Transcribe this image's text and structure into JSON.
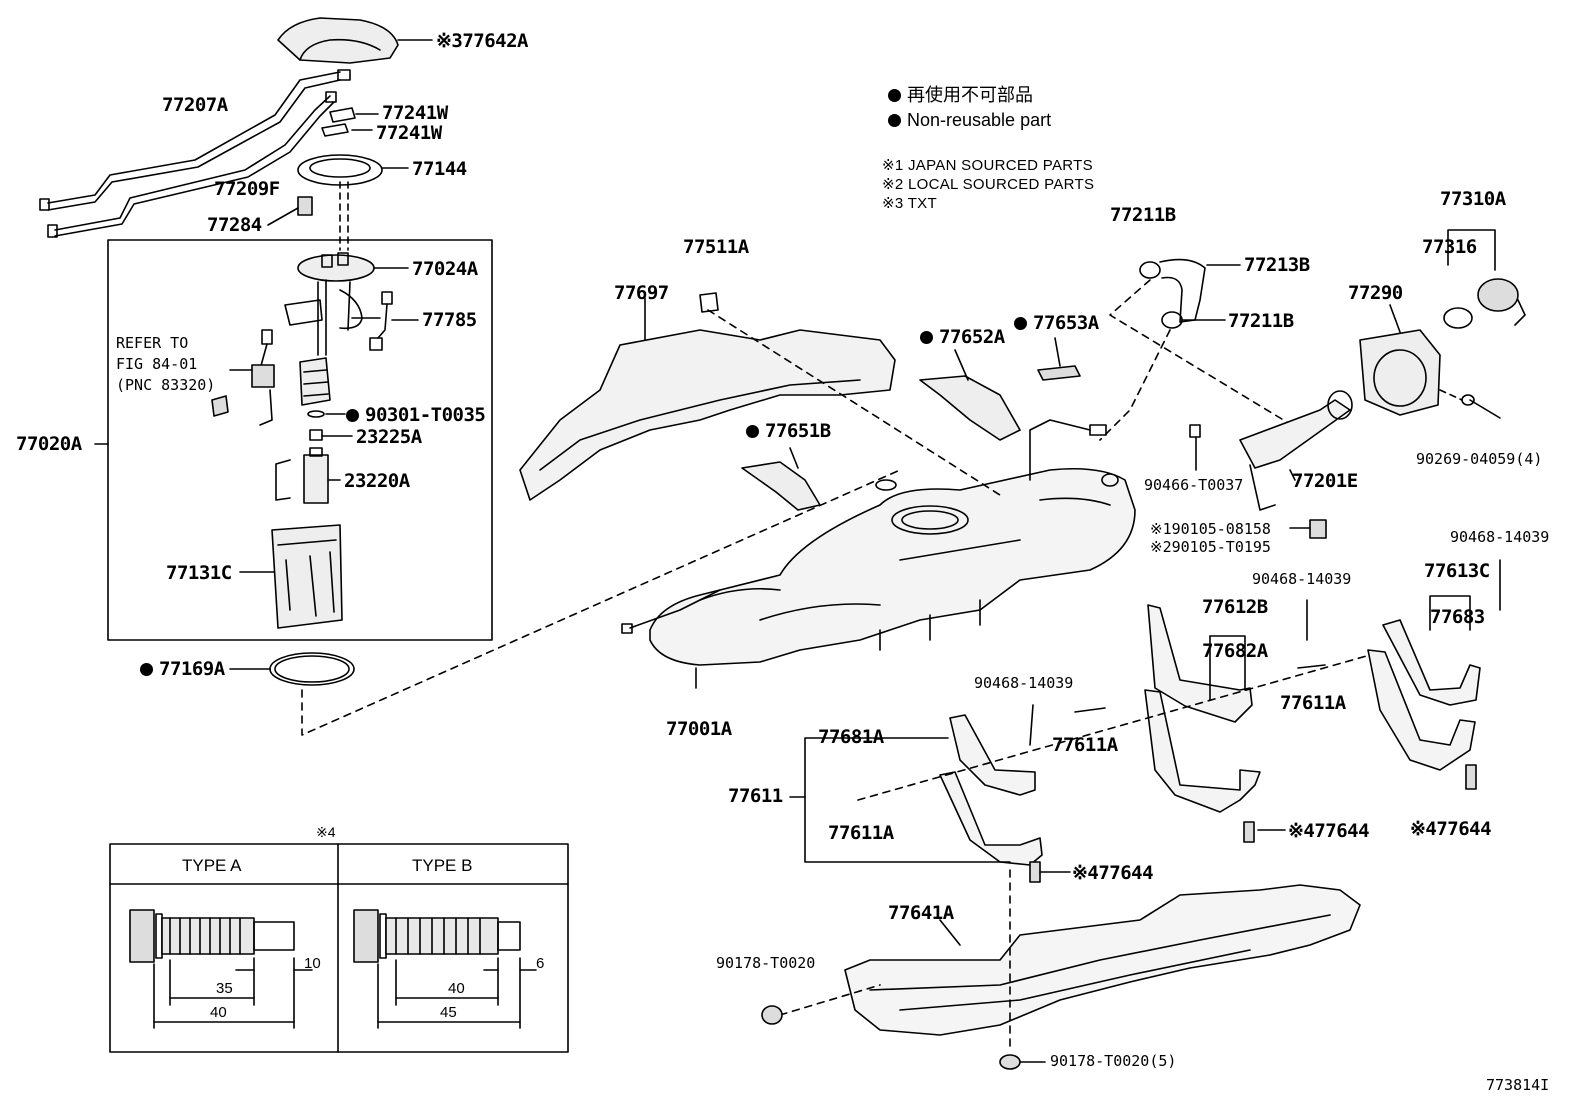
{
  "legend": {
    "jp": "再使用不可部品",
    "en": "Non-reusable part",
    "notes": [
      "※1 JAPAN SOURCED PARTS",
      "※2 LOCAL SOURCED PARTS",
      "※3 TXT"
    ]
  },
  "parts": {
    "p77642A": "※377642A",
    "p77207A": "77207A",
    "p77241W_a": "77241W",
    "p77241W_b": "77241W",
    "p77144": "77144",
    "p77209F": "77209F",
    "p77284": "77284",
    "p77024A": "77024A",
    "p77785": "77785",
    "refer1": "REFER TO",
    "refer2": "FIG 84-01",
    "refer3": "(PNC 83320)",
    "p90301": "90301-T0035",
    "p23225A": "23225A",
    "p77020A": "77020A",
    "p23220A": "23220A",
    "p77131C": "77131C",
    "p77169A": "77169A",
    "p77511A": "77511A",
    "p77697": "77697",
    "p77652A": "77652A",
    "p77653A": "77653A",
    "p77651B": "77651B",
    "p77211B_a": "77211B",
    "p77213B": "77213B",
    "p77211B_b": "77211B",
    "p77310A": "77310A",
    "p77316": "77316",
    "p77290": "77290",
    "p90466": "90466-T0037",
    "p77201E": "77201E",
    "p90269": "90269-04059(4)",
    "p90105a": "※190105-08158",
    "p90105b": "※290105-T0195",
    "p90468_a": "90468-14039",
    "p90468_b": "90468-14039",
    "p90468_c": "90468-14039",
    "p77613C": "77613C",
    "p77612B": "77612B",
    "p77683": "77683",
    "p77682A": "77682A",
    "p77611A_a": "77611A",
    "p77611A_b": "77611A",
    "p77611A_c": "77611A",
    "p77001A": "77001A",
    "p77681A": "77681A",
    "p77611": "77611",
    "p77644_a": "※477644",
    "p77644_b": "※477644",
    "p77644_c": "※477644",
    "p77641A": "77641A",
    "p90178a": "90178-T0020",
    "p90178b": "90178-T0020(5)",
    "figno": "773814I"
  },
  "table": {
    "note": "※4",
    "typeA": "TYPE A",
    "typeB": "TYPE B",
    "dimA": [
      "10",
      "35",
      "40"
    ],
    "dimB": [
      "6",
      "40",
      "45"
    ]
  }
}
